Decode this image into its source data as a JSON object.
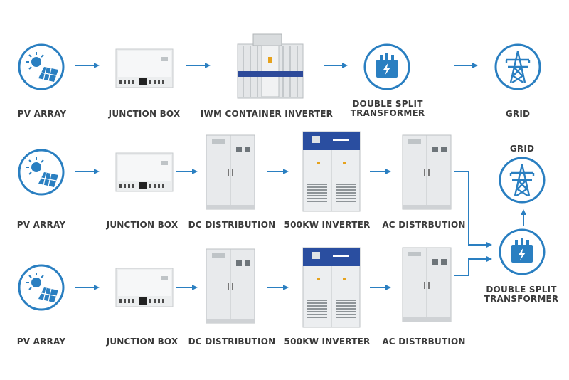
{
  "rows": [
    {
      "labels": [
        "PV ARRAY",
        "JUNCTION BOX",
        "IWM CONTAINER INVERTER",
        "DOUBLE SPLIT\nTRANSFORMER",
        "GRID"
      ]
    },
    {
      "labels": [
        "PV ARRAY",
        "JUNCTION BOX",
        "DC DISTRIBUTION",
        "500KW INVERTER",
        "AC DISTRBUTION"
      ]
    },
    {
      "labels": [
        "PV ARRAY",
        "JUNCTION BOX",
        "DC DISTRIBUTION",
        "500KW INVERTER",
        "AC DISTRBUTION"
      ]
    }
  ],
  "shared": {
    "grid_label": "GRID",
    "transformer_label": "DOUBLE SPLIT\nTRANSFORMER"
  },
  "icons": {
    "solar": "solar-panel-sun-icon",
    "junction": "junction-box-icon",
    "container": "container-inverter-icon",
    "cabinet": "distribution-cabinet-icon",
    "inverter": "inverter-cabinet-icon",
    "transformer": "transformer-icon",
    "grid": "power-tower-icon"
  },
  "colors": {
    "accent": "#2a7fc1",
    "label": "#3a3a3a"
  }
}
